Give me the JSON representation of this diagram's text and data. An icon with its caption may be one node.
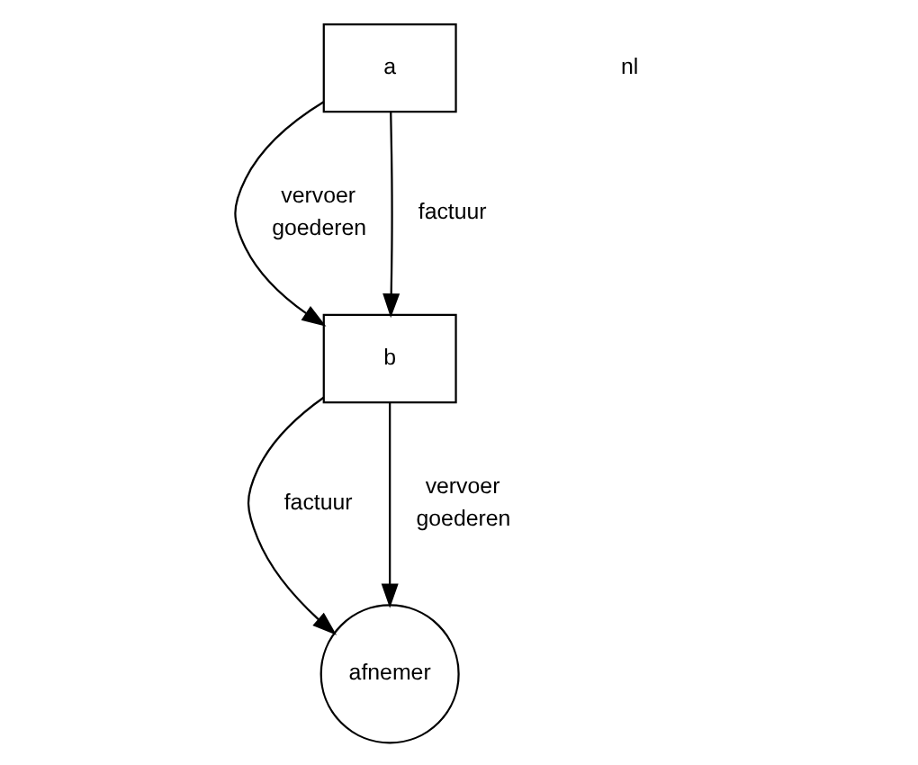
{
  "diagram": {
    "nodes": [
      {
        "text": [
          "a"
        ]
      },
      {
        "text": [
          "b"
        ]
      },
      {
        "text": [
          "afnemer"
        ]
      }
    ],
    "edges": [
      {
        "from": 0,
        "to": 1,
        "arrow": "to",
        "label": "vervoer goederen"
      },
      {
        "from": 0,
        "to": 1,
        "arrow": "to",
        "label": "factuur"
      },
      {
        "from": 1,
        "to": 2,
        "arrow": "to",
        "label": "factuur"
      },
      {
        "from": 1,
        "to": 2,
        "arrow": "to",
        "label": "vervoer goederen"
      }
    ],
    "labels": [
      "nl"
    ]
  }
}
